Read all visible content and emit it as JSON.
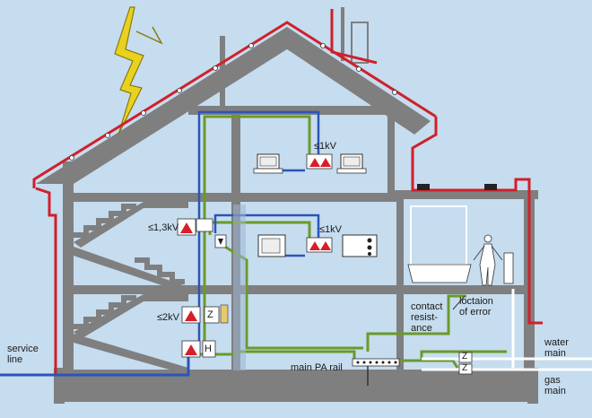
{
  "labels": {
    "service_line": "service\nline",
    "water_main": "water\nmain",
    "gas_main": "gas\nmain",
    "main_pa_rail": "main PA rail",
    "contact_resistance": "contact\nresist-\nance",
    "location_of_error": "loctaion\nof error",
    "spd_attic": "≤1kV",
    "spd_floor1": "≤1kV",
    "spd_sub_distribution": "≤1,3kV",
    "spd_meter": "≤2kV",
    "meter_z": "Z",
    "main_h": "H",
    "water_z1": "Z",
    "water_z2": "Z"
  },
  "colors": {
    "background": "#c6dcef",
    "wall": "#7f7f80",
    "lightning": "#e8d21f",
    "lightning_outline": "#8a7a10",
    "air_termination": "#d0202a",
    "equipotential_green": "#6a9a2a",
    "line_blue": "#2a55b8",
    "spd_red": "#d81e2a"
  }
}
